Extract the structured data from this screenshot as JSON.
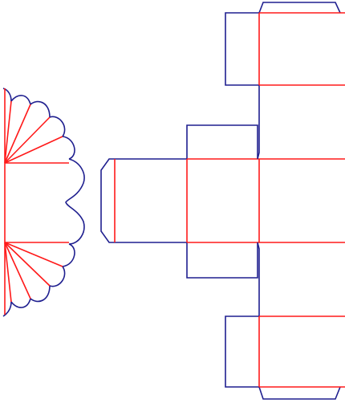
{
  "template": {
    "kind": "box-net",
    "colors": {
      "cut_line": "#1f1f8f",
      "fold_line": "#ff1a1a",
      "background": "#ffffff"
    },
    "legend": {
      "cut_line_color_name": "blue",
      "fold_line_color_name": "red"
    }
  }
}
